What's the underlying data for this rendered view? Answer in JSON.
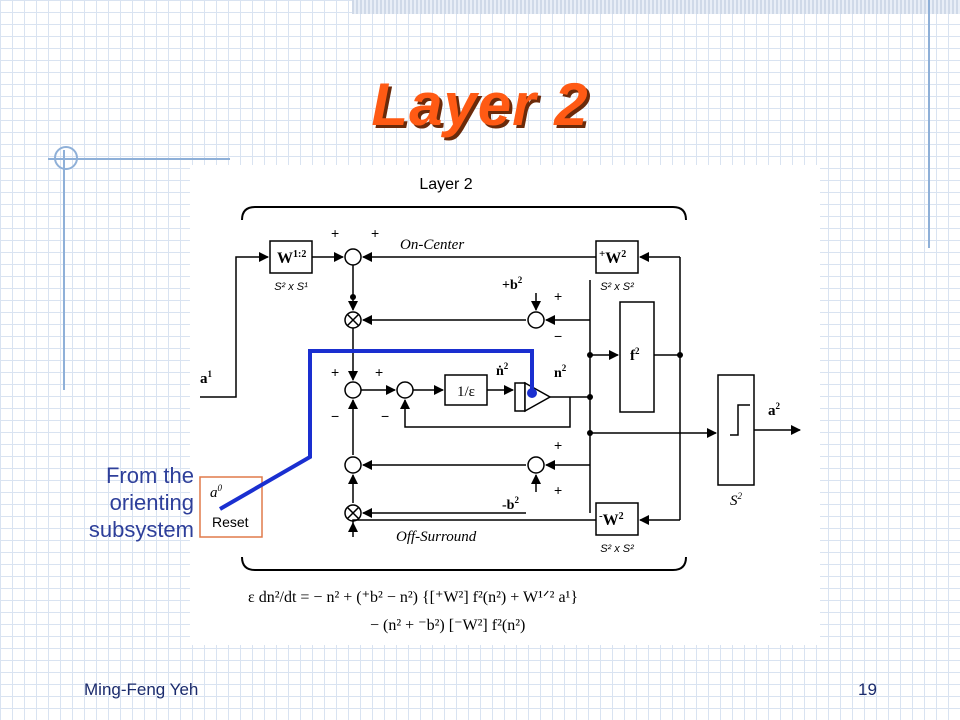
{
  "slide": {
    "title": "Layer 2",
    "footer_author": "Ming-Feng Yeh",
    "page_number": "19",
    "side_note_lines": [
      "From the",
      "orienting",
      "subsystem"
    ]
  },
  "diagram": {
    "heading": "Layer 2",
    "on_center": "On-Center",
    "off_surround": "Off-Surround",
    "w12_main": "W",
    "w12_sup": "1:2",
    "w12_dims": "S² x S¹",
    "pw2_sign": "+",
    "pw2_main": "W",
    "pw2_sup": "2",
    "pw2_dims": "S² x S²",
    "nw2_sign": "-",
    "nw2_main": "W",
    "nw2_sup": "2",
    "nw2_dims": "S² x S²",
    "pb2": "+b",
    "pb2_sup": "2",
    "nb2": "-b",
    "nb2_sup": "2",
    "f2_main": "f",
    "f2_sup": "2",
    "eps_box": "1/ε",
    "ndot": "ṅ",
    "ndot_sup": "2",
    "n2": "n",
    "n2_sup": "2",
    "a1": "a",
    "a1_sup": "1",
    "a2": "a",
    "a2_sup": "2",
    "s2": "S",
    "s2_sup": "2",
    "a0": "a",
    "a0_sup": "0",
    "reset": "Reset",
    "plus": "+",
    "minus": "−",
    "equation_line1": "ε dn²/dt = − n² + (⁺b² − n²) {[⁺W²] f²(n²) + W¹ᐟ² a¹}",
    "equation_line2": "− (n² + ⁻b²) [⁻W²] f²(n²)"
  },
  "colors": {
    "title": "#ff5a14",
    "title_shadow": "#6b2a0a",
    "annotation_blue": "#1a2fd0",
    "note_text": "#2e3f9a",
    "reset_border": "#e07a4a"
  }
}
